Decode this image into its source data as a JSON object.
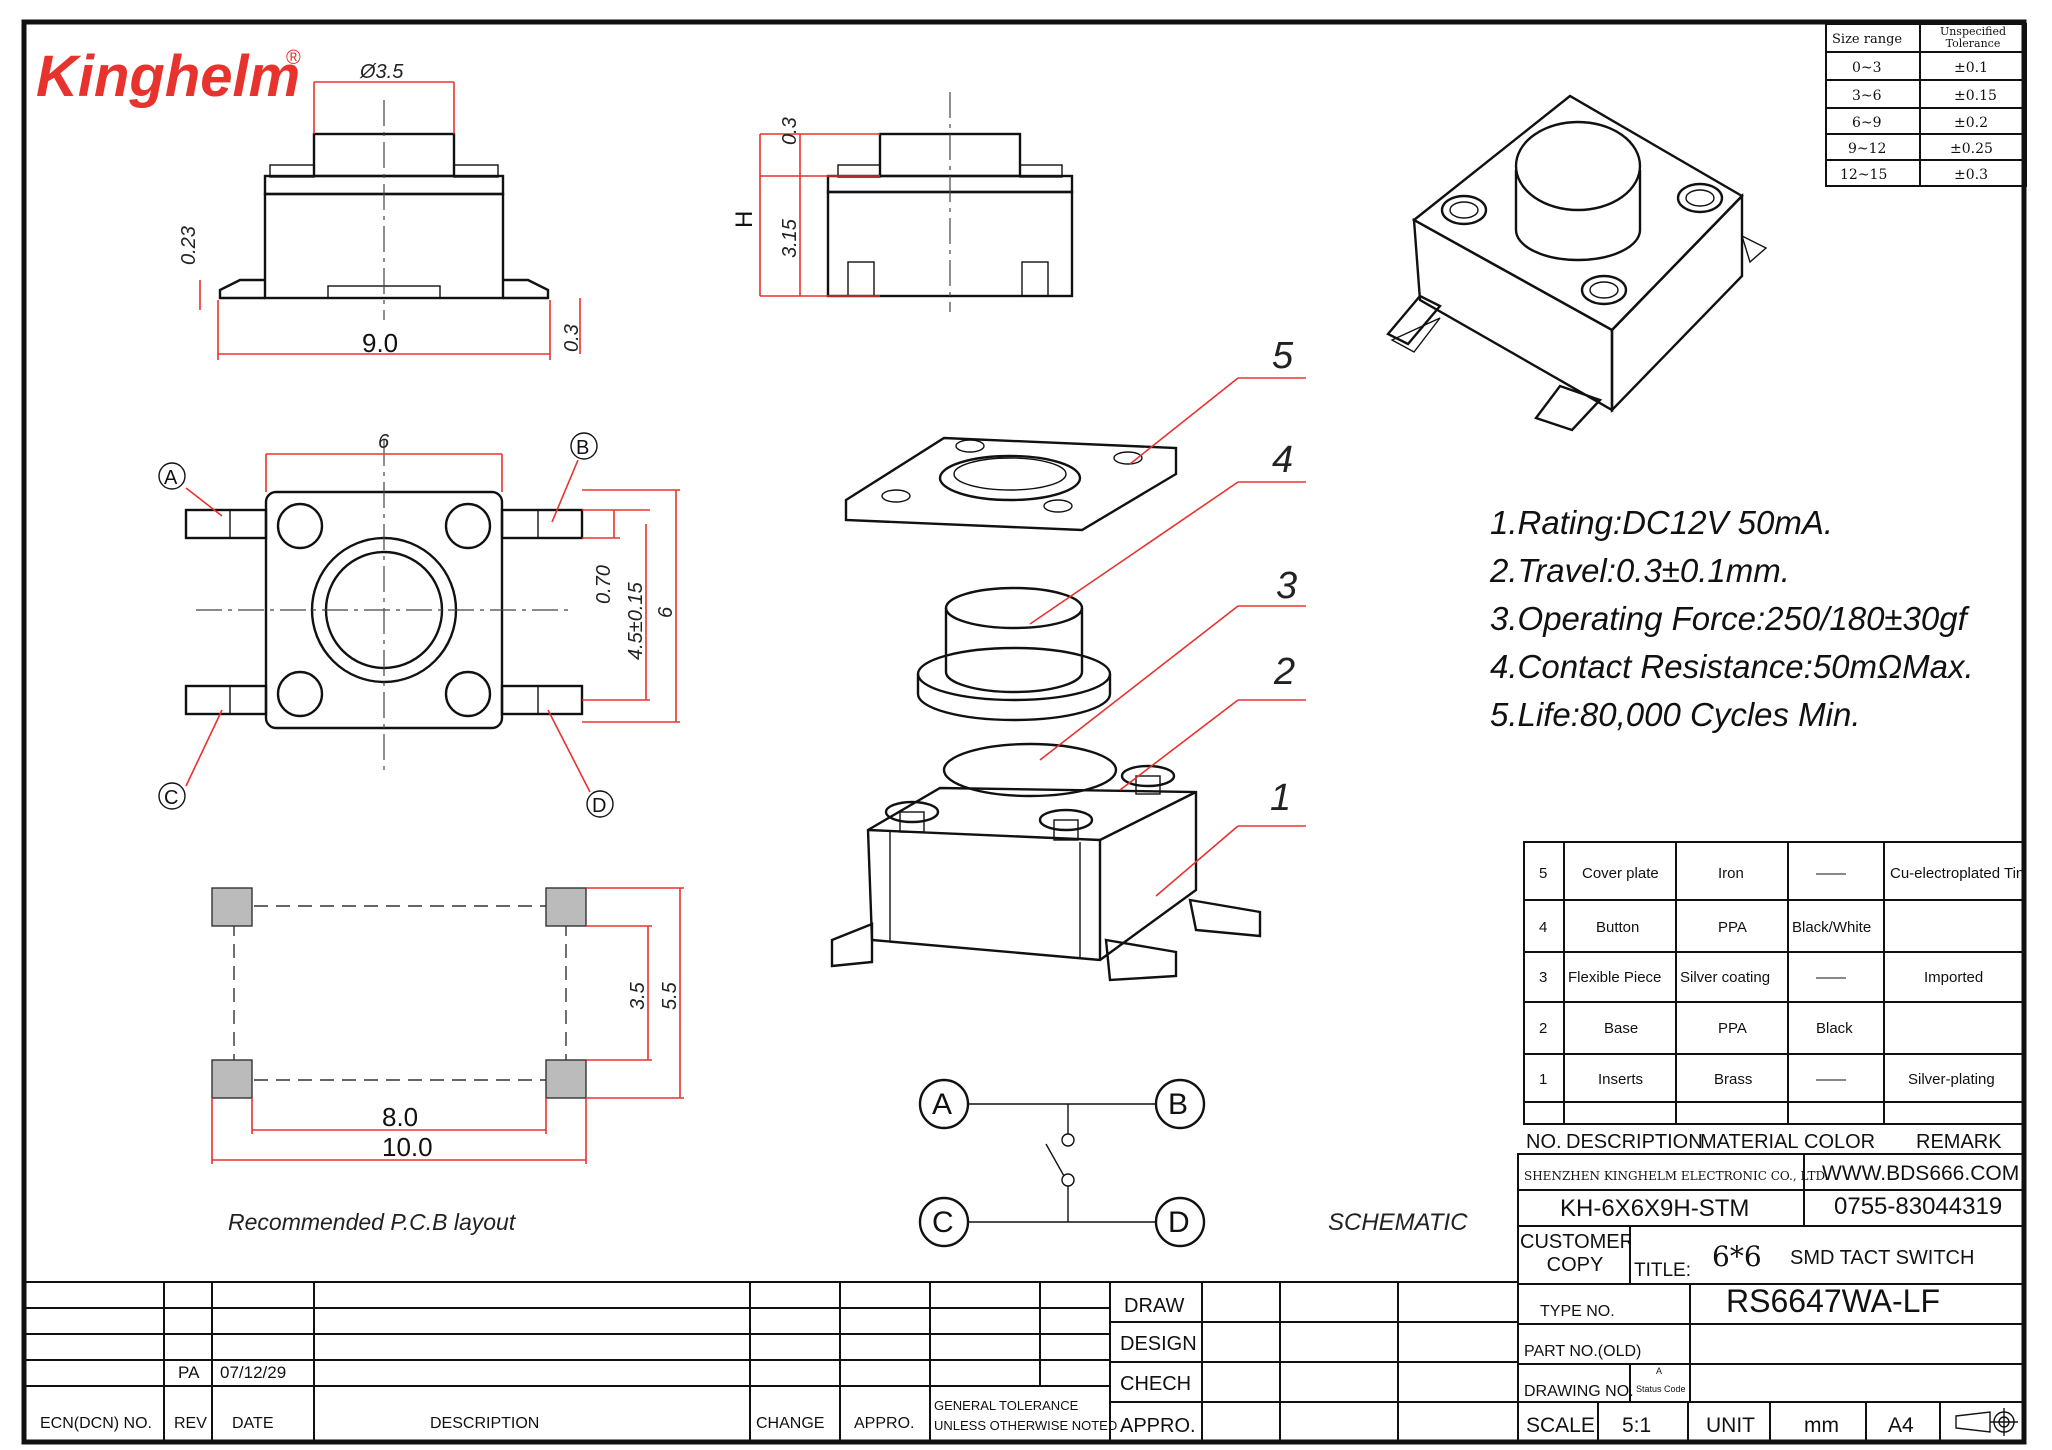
{
  "brand": {
    "logo_text": "Kinghelm",
    "registered_mark": "®",
    "color": "#e8322d"
  },
  "tolerance_table": {
    "headers": [
      "Size range",
      "Unspecified Tolerance"
    ],
    "rows": [
      [
        "0~3",
        "±0.1"
      ],
      [
        "3~6",
        "±0.15"
      ],
      [
        "6~9",
        "±0.2"
      ],
      [
        "9~12",
        "±0.25"
      ],
      [
        "12~15",
        "±0.3"
      ]
    ]
  },
  "dimensions": {
    "side_top_dia": "Ø3.5",
    "side_lead": "0.23",
    "side_width": "9.0",
    "side_foot": "0.3",
    "front_stroke": "0.3",
    "front_h_label": "H",
    "front_body": "3.15",
    "top_width": "6",
    "top_pad": "0.70",
    "top_pitch": "4.5±0.15",
    "top_height": "6",
    "pcb_inner_v": "3.5",
    "pcb_outer_v": "5.5",
    "pcb_inner_h": "8.0",
    "pcb_outer_h": "10.0"
  },
  "pin_labels": {
    "a": "A",
    "b": "B",
    "c": "C",
    "d": "D"
  },
  "callouts": [
    "5",
    "4",
    "3",
    "2",
    "1"
  ],
  "captions": {
    "pcb": "Recommended P.C.B layout",
    "schematic": "SCHEMATIC"
  },
  "specs": [
    "1.Rating:DC12V 50mA.",
    "2.Travel:0.3±0.1mm.",
    "3.Operating Force:250/180±30gf",
    "4.Contact Resistance:50mΩMax.",
    "5.Life:80,000 Cycles Min."
  ],
  "bom": {
    "headers": [
      "NO.",
      "DESCRIPTION",
      "MATERIAL",
      "COLOR",
      "REMARK"
    ],
    "rows": [
      [
        "5",
        "Cover plate",
        "Iron",
        "——",
        "Cu-electroplated Tin"
      ],
      [
        "4",
        "Button",
        "PPA",
        "Black/White",
        ""
      ],
      [
        "3",
        "Flexible Piece",
        "Silver coating",
        "——",
        "Imported"
      ],
      [
        "2",
        "Base",
        "PPA",
        "Black",
        ""
      ],
      [
        "1",
        "Inserts",
        "Brass",
        "——",
        "Silver-plating"
      ]
    ]
  },
  "title_block": {
    "company": "SHENZHEN KINGHELM ELECTRONIC CO., LTD.",
    "website": "WWW.BDS666.COM",
    "model": "KH-6X6X9H-STM",
    "phone": "0755-83044319",
    "customer_copy": "CUSTOMER COPY",
    "title_label": "TITLE:",
    "title_size": "6*6",
    "title_text": "SMD TACT SWITCH",
    "type_no_label": "TYPE NO.",
    "type_no": "RS6647WA-LF",
    "part_no_label": "PART NO.(OLD)",
    "drawing_no_label": "DRAWING NO.",
    "status_code_label": "A",
    "status_code_text": "Status Code",
    "scale_label": "SCALE",
    "scale": "5:1",
    "unit_label": "UNIT",
    "unit": "mm",
    "paper": "A4"
  },
  "revision_block": {
    "rev": "PA",
    "date": "07/12/29",
    "col_ecn": "ECN(DCN) NO.",
    "col_rev": "REV",
    "col_date": "DATE",
    "col_desc": "DESCRIPTION",
    "col_change": "CHANGE",
    "col_appro": "APPRO.",
    "gen_tol_1": "GENERAL TOLERANCE",
    "gen_tol_2": "UNLESS OTHERWISE NOTED",
    "draw": "DRAW",
    "design": "DESIGN",
    "check": "CHECH",
    "approve": "APPRO."
  }
}
